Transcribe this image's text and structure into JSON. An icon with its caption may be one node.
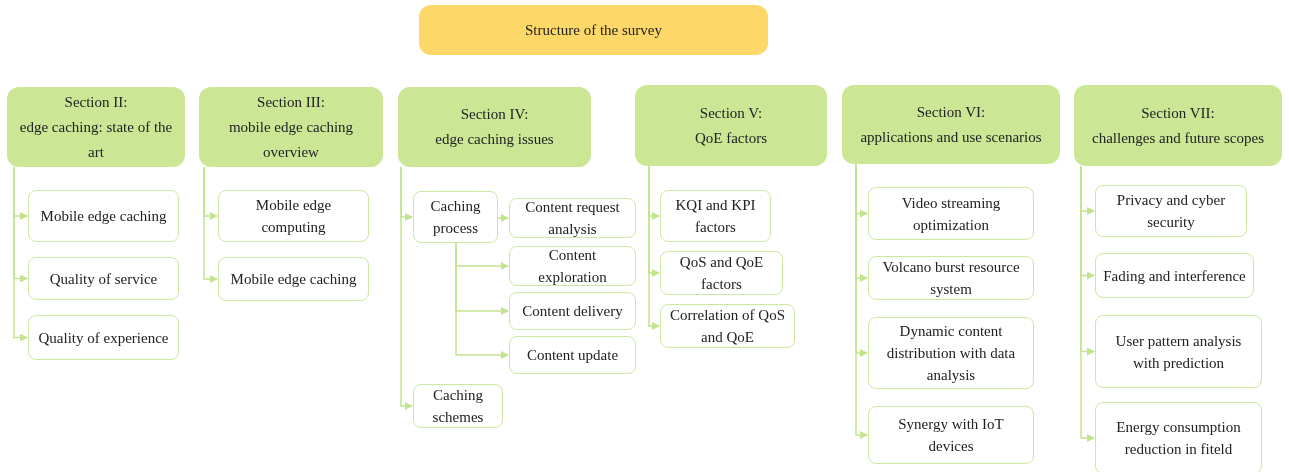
{
  "diagram": {
    "nodes": [
      {
        "text": [
          "Structure of the survey"
        ]
      },
      {
        "text": [
          "Section II:",
          "edge caching: state of the art"
        ]
      },
      {
        "text": [
          "Mobile edge caching"
        ]
      },
      {
        "text": [
          "Quality of service"
        ]
      },
      {
        "text": [
          "Quality of experience"
        ]
      },
      {
        "text": [
          "Section III:",
          "mobile edge caching overview"
        ]
      },
      {
        "text": [
          "Mobile edge computing"
        ]
      },
      {
        "text": [
          "Mobile edge caching"
        ]
      },
      {
        "text": [
          "Section IV:",
          "edge caching issues"
        ]
      },
      {
        "text": [
          "Caching process"
        ]
      },
      {
        "text": [
          "Content request analysis"
        ]
      },
      {
        "text": [
          "Content exploration"
        ]
      },
      {
        "text": [
          "Content delivery"
        ]
      },
      {
        "text": [
          "Content update"
        ]
      },
      {
        "text": [
          "Caching schemes"
        ]
      },
      {
        "text": [
          "Section V:",
          "QoE factors"
        ]
      },
      {
        "text": [
          "KQI and KPI factors"
        ]
      },
      {
        "text": [
          "QoS and QoE factors"
        ]
      },
      {
        "text": [
          "Correlation of QoS and QoE"
        ]
      },
      {
        "text": [
          "Section VI:",
          "applications and use scenarios"
        ]
      },
      {
        "text": [
          "Video streaming optimization"
        ]
      },
      {
        "text": [
          "Volcano burst resource system"
        ]
      },
      {
        "text": [
          "Dynamic content distribution with data analysis"
        ]
      },
      {
        "text": [
          "Synergy with IoT devices"
        ]
      },
      {
        "text": [
          "Section VII:",
          "challenges and future scopes"
        ]
      },
      {
        "text": [
          "Privacy and cyber security"
        ]
      },
      {
        "text": [
          "Fading and interference"
        ]
      },
      {
        "text": [
          "User pattern analysis with prediction"
        ]
      },
      {
        "text": [
          "Energy consumption reduction in fiteld"
        ]
      }
    ],
    "edges": [
      {
        "from": 1,
        "to": 2,
        "arrow": "to"
      },
      {
        "from": 1,
        "to": 3,
        "arrow": "to"
      },
      {
        "from": 1,
        "to": 4,
        "arrow": "to"
      },
      {
        "from": 5,
        "to": 6,
        "arrow": "to"
      },
      {
        "from": 5,
        "to": 7,
        "arrow": "to"
      },
      {
        "from": 8,
        "to": 9,
        "arrow": "to"
      },
      {
        "from": 8,
        "to": 14,
        "arrow": "to"
      },
      {
        "from": 9,
        "to": 10,
        "arrow": "to"
      },
      {
        "from": 9,
        "to": 11,
        "arrow": "to"
      },
      {
        "from": 9,
        "to": 12,
        "arrow": "to"
      },
      {
        "from": 9,
        "to": 13,
        "arrow": "to"
      },
      {
        "from": 15,
        "to": 16,
        "arrow": "to"
      },
      {
        "from": 15,
        "to": 17,
        "arrow": "to"
      },
      {
        "from": 15,
        "to": 18,
        "arrow": "to"
      },
      {
        "from": 19,
        "to": 20,
        "arrow": "to"
      },
      {
        "from": 19,
        "to": 21,
        "arrow": "to"
      },
      {
        "from": 19,
        "to": 22,
        "arrow": "to"
      },
      {
        "from": 19,
        "to": 23,
        "arrow": "to"
      },
      {
        "from": 24,
        "to": 25,
        "arrow": "to"
      },
      {
        "from": 24,
        "to": 26,
        "arrow": "to"
      },
      {
        "from": 24,
        "to": 27,
        "arrow": "to"
      },
      {
        "from": 24,
        "to": 28,
        "arrow": "to"
      }
    ]
  }
}
